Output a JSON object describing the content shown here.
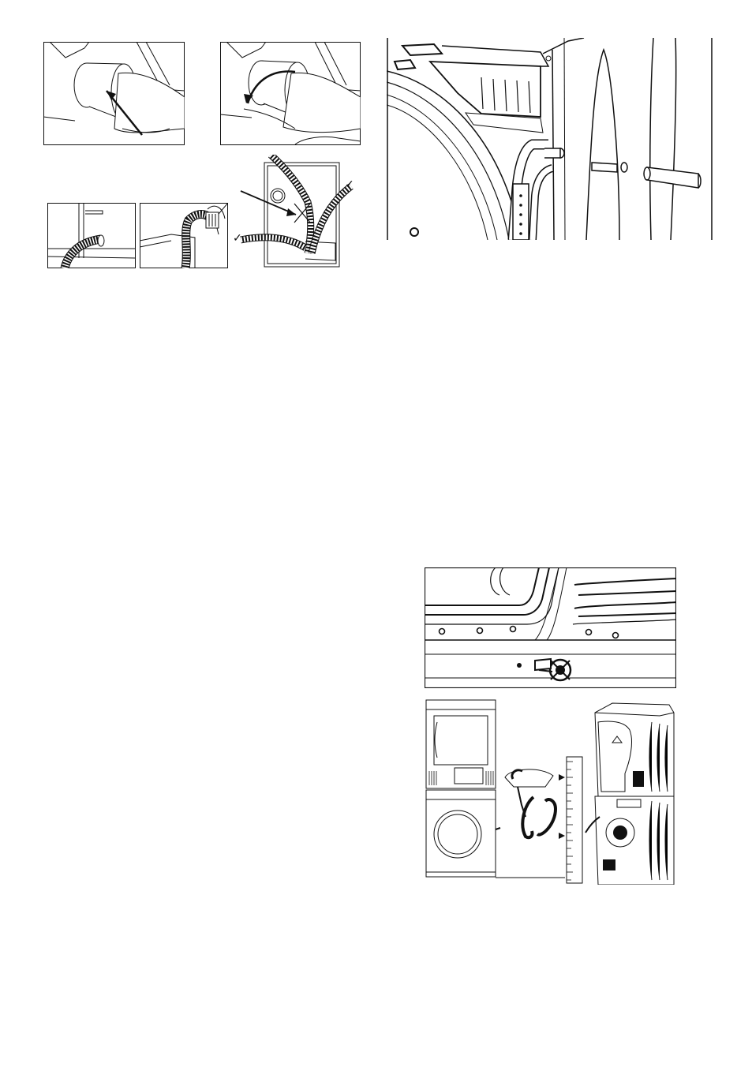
{
  "page": {
    "illustrations": [
      {
        "id": "duct-adapter-push",
        "icon": "arrow-up-left-icon"
      },
      {
        "id": "duct-adapter-twist",
        "icon": "rotate-arrow-icon"
      },
      {
        "id": "hose-through-window",
        "icon": "hose-icon"
      },
      {
        "id": "hose-over-sink",
        "icon": "hose-icon"
      },
      {
        "id": "hose-routing-correct-wrong",
        "icon": "check-cross-icon"
      },
      {
        "id": "rear-drain-connection",
        "icon": "drain-hose-icon"
      },
      {
        "id": "bottom-drain-outlet",
        "icon": "outlet-icon"
      },
      {
        "id": "stacked-drain-height",
        "icon": "height-ruler-icon"
      }
    ],
    "marks": {
      "correct": "✓",
      "incorrect": "✗"
    },
    "colors": {
      "ink": "#1a1a1a",
      "paper": "#ffffff"
    }
  }
}
